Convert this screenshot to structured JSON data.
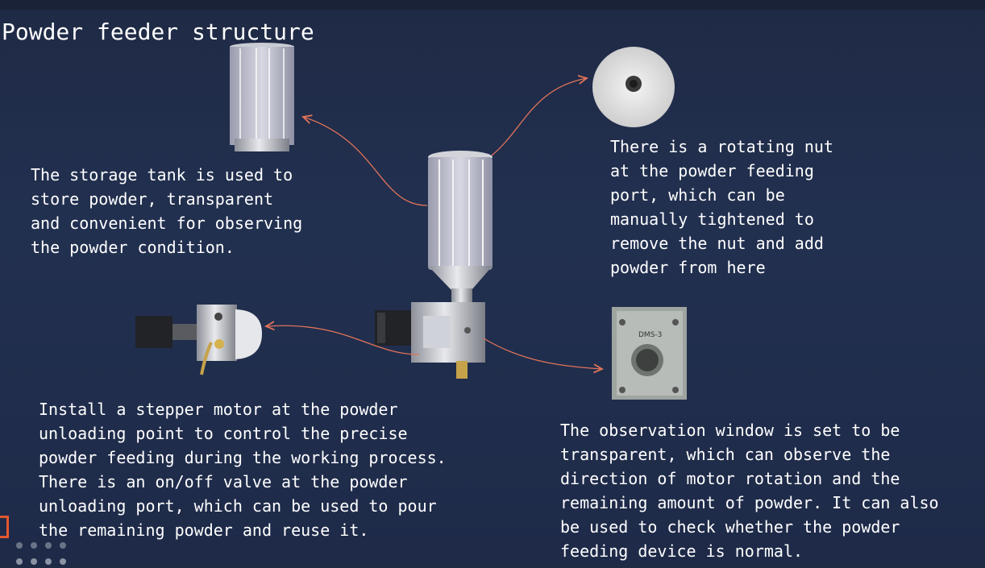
{
  "title": "Powder feeder structure",
  "descriptions": {
    "tank": [
      "The storage tank is used to",
      "store powder, transparent",
      "and convenient for observing",
      "the powder condition."
    ],
    "nut": [
      "There is a rotating nut",
      "at the powder feeding",
      "port, which can be",
      "manually tightened to",
      "remove the nut and add",
      "powder from here"
    ],
    "motor": [
      "Install a stepper motor at the powder",
      "unloading point to control the precise",
      "powder feeding during the working process.",
      "There is an on/off valve at the powder",
      "unloading port, which can be used to pour",
      "the remaining powder and reuse it."
    ],
    "window": [
      "The observation window is set to be",
      "transparent, which can observe the",
      "direction of motor rotation and the",
      "remaining amount of powder. It can also",
      "be used to check whether the powder",
      "feeding device is normal."
    ]
  },
  "colors": {
    "background": "#202c4a",
    "arrow": "#e0735a",
    "text": "#ffffff"
  }
}
